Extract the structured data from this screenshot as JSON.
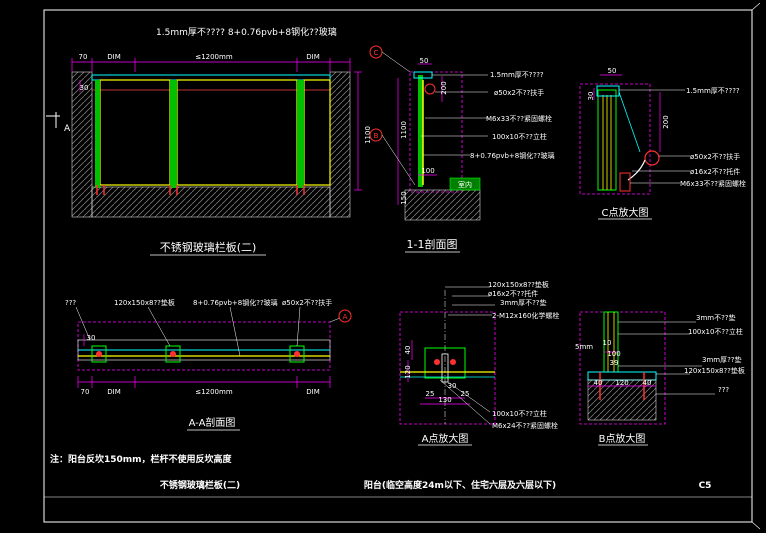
{
  "drawing": {
    "main_title": "不锈钢玻璃栏板(二)",
    "subtitle": "阳台(临空高度24m以下、住宅六层及六层以下)",
    "sheet_no": "C5",
    "note": "注：阳台反坎150mm，栏杆不使用反坎高度"
  },
  "views": {
    "elevation": {
      "title": "不锈钢玻璃栏板(二)",
      "top_label": "1.5mm厚不???? 8+0.76pvb+8钢化??玻璃",
      "dims": [
        "70",
        "DIM",
        "≤1200mm",
        "DIM",
        "30",
        "1100"
      ],
      "section_mark": "A"
    },
    "section_11": {
      "title": "1-1剖面图",
      "labels": [
        "1.5mm厚不????",
        "ø50x2不??扶手",
        "M6x33不??紧固螺栓",
        "100x10不??立柱",
        "8+0.76pvb+8钢化??玻璃"
      ],
      "dims": [
        "50",
        "200",
        "1100",
        "100",
        "150"
      ],
      "callouts": [
        "C",
        "B"
      ],
      "stamp": "室内"
    },
    "detail_c": {
      "title": "C点放大图",
      "labels": [
        "1.5mm厚不????",
        "ø50x2不??扶手",
        "ø16x2不??托件",
        "M6x33不??紧固螺栓"
      ],
      "dims": [
        "50",
        "30",
        "200"
      ]
    },
    "section_aa": {
      "title": "A-A剖面图",
      "labels": [
        "???",
        "120x150x8??垫板",
        "8+0.76pvb+8钢化??玻璃",
        "ø50x2不??扶手"
      ],
      "dims": [
        "30",
        "70",
        "DIM",
        "≤1200mm",
        "DIM"
      ],
      "callout": "A"
    },
    "detail_a": {
      "title": "A点放大图",
      "labels": [
        "120x150x8??垫板",
        "ø16x2不??托件",
        "3mm厚不??垫",
        "2-M12x160化学螺栓",
        "100x10不??立柱",
        "M6x24不??紧固螺栓"
      ],
      "dims": [
        "40",
        "120",
        "25",
        "30",
        "25",
        "130"
      ]
    },
    "detail_b": {
      "title": "B点放大图",
      "labels": [
        "3mm不??垫",
        "100x10不??立柱",
        "3mm厚??垫",
        "120x150x8??垫板",
        "???"
      ],
      "dims": [
        "5mm",
        "10",
        "100",
        "39",
        "40",
        "120",
        "40"
      ]
    }
  },
  "colors": {
    "background": "#000000",
    "frame": "#ffffff",
    "text": "#ffffff",
    "glass": "#ffff00",
    "post": "#00ff00",
    "dim_line": "#ff00ff",
    "leader": "#ffffff",
    "callout": "#ff0000",
    "hatch": "#808080",
    "rail": "#00ffff"
  }
}
